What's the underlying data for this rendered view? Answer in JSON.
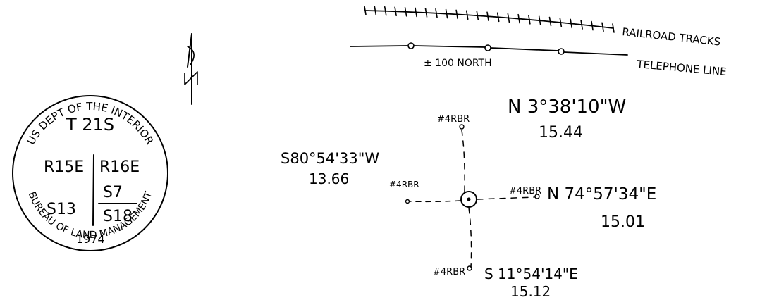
{
  "legend": {
    "railroad_label": "RAILROAD TRACKS",
    "telephone_label": "TELEPHONE LINE",
    "offset_note": "± 100 NORTH"
  },
  "monument": {
    "ring_text_top": "US DEPT OF THE INTERIOR",
    "ring_text_bottom": "BUREAU OF LAND MANAGEMENT",
    "township": "T 21S",
    "range_west": "R15E",
    "range_east": "R16E",
    "section_sw": "S13",
    "section_ne": "S7",
    "section_se": "S18",
    "year": "1974"
  },
  "ties": [
    {
      "id": "north",
      "marker": "#4RBR",
      "bearing": "N 3°38'10\"W",
      "distance": "15.44"
    },
    {
      "id": "east",
      "marker": "#4RBR",
      "bearing": "N 74°57'34\"E",
      "distance": "15.01"
    },
    {
      "id": "south",
      "marker": "#4RBR",
      "bearing": "S 11°54'14\"E",
      "distance": "15.12"
    },
    {
      "id": "west",
      "marker": "#4RBR",
      "bearing": "S80°54'33\"W",
      "distance": "13.66"
    }
  ]
}
